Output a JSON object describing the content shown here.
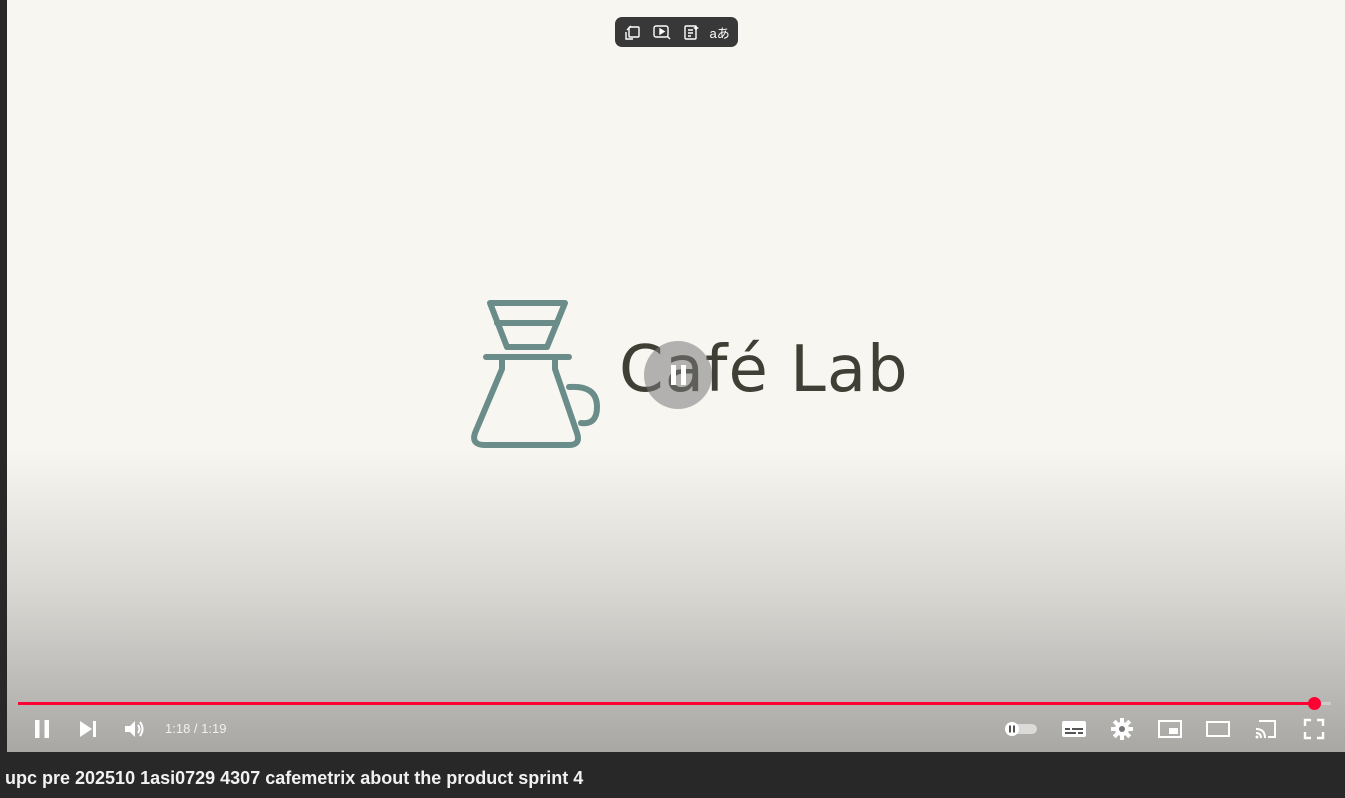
{
  "player": {
    "brand_text": "Café Lab",
    "current_time": "1:18",
    "duration": "1:19",
    "time_display": "1:18 / 1:19",
    "progress_fraction": 0.987,
    "accent_color": "#ff0033",
    "top_toolbar": {
      "icons": [
        "loop-icon",
        "ai-video-icon",
        "notes-icon",
        "translate-icon"
      ],
      "translate_label": "aあ"
    },
    "controls_left": [
      "pause-icon",
      "next-icon",
      "volume-icon"
    ],
    "controls_right": [
      "autoplay-toggle-icon",
      "subtitles-icon",
      "settings-icon",
      "miniplayer-icon",
      "theater-icon",
      "cast-icon",
      "fullscreen-icon"
    ]
  },
  "video": {
    "title": "upc pre 202510 1asi0729 4307 cafemetrix about the product sprint 4"
  }
}
